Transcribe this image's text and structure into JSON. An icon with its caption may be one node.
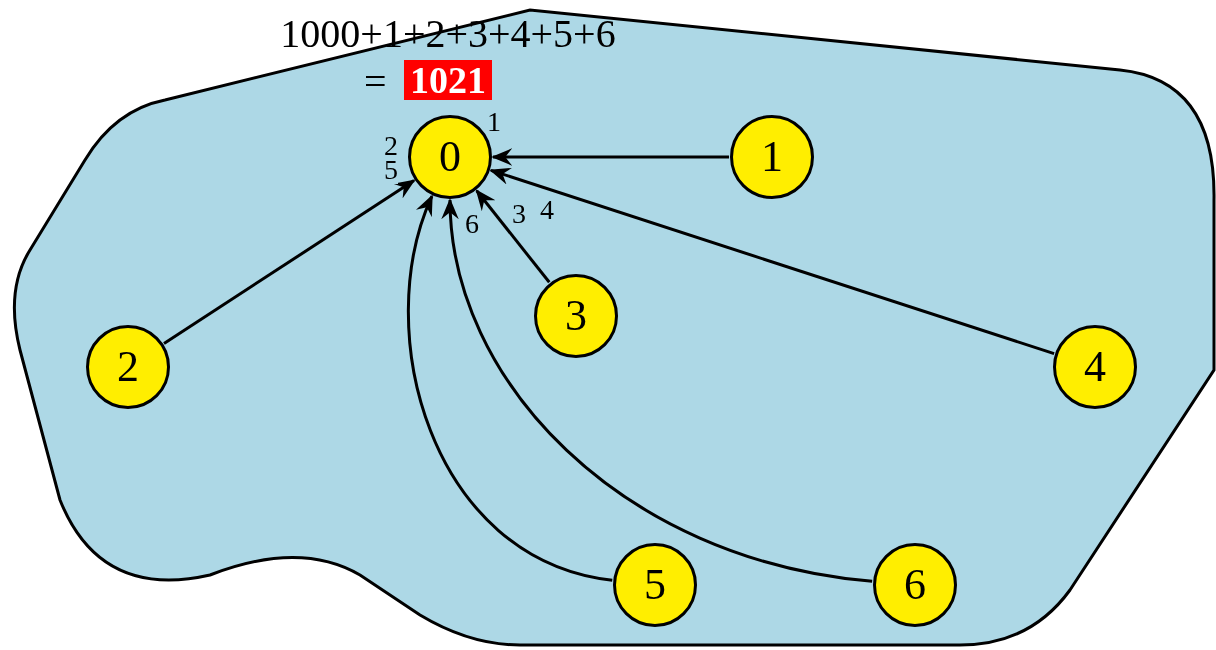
{
  "diagram": {
    "title": "1000+1+2+3+4+5+6",
    "nodes": [
      {
        "text": [],
        "shape": "polygon"
      },
      {
        "text": [
          "0"
        ],
        "in": 0
      },
      {
        "text": [
          "1"
        ],
        "in": 0
      },
      {
        "text": [
          "2"
        ],
        "in": 0
      },
      {
        "text": [
          "3"
        ],
        "in": 0
      },
      {
        "text": [
          "4"
        ],
        "in": 0
      },
      {
        "text": [
          "5"
        ],
        "in": 0
      },
      {
        "text": [
          "6"
        ],
        "in": 0
      }
    ],
    "edges": [
      {
        "from": 2,
        "to": 1,
        "arrow": "to",
        "label": "1"
      },
      {
        "from": 3,
        "to": 1,
        "arrow": "to",
        "label": "2"
      },
      {
        "from": 4,
        "to": 1,
        "arrow": "to",
        "label": "3"
      },
      {
        "from": 5,
        "to": 1,
        "arrow": "to",
        "label": "4"
      },
      {
        "from": 6,
        "to": 1,
        "arrow": "to",
        "label": "5"
      },
      {
        "from": 7,
        "to": 1,
        "arrow": "to",
        "label": "6"
      }
    ],
    "labels": [
      "=",
      "1021"
    ]
  }
}
